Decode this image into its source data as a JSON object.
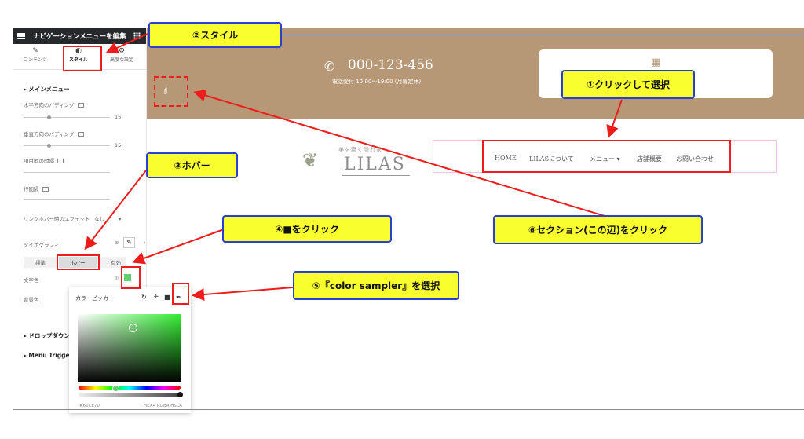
{
  "panel": {
    "header_title": "ナビゲーションメニューを編集",
    "tabs": [
      {
        "label": "コンテンツ",
        "icon": "pencil-icon"
      },
      {
        "label": "スタイル",
        "icon": "half-circle-icon"
      },
      {
        "label": "高度な設定",
        "icon": "gear-icon"
      }
    ],
    "section_main": "メインメニュー",
    "h_padding_label": "水平方向のパディング",
    "h_padding_value": "15",
    "v_padding_label": "垂直方向のパディング",
    "v_padding_value": "15",
    "item_spacing_label": "項目間の間隔",
    "line_spacing_label": "行間隔",
    "hover_effect_label": "リンクホバー時のエフェクト",
    "hover_effect_value": "なし",
    "typography_label": "タイポグラフィ",
    "state_tabs": [
      "標準",
      "ホバー",
      "有効"
    ],
    "text_color_label": "文字色",
    "bg_color_label": "背景色",
    "section_dropdown": "ドロップダウン",
    "section_trigger": "Menu Trigger &"
  },
  "picker": {
    "title": "カラーピッカー",
    "hex": "#61CE70",
    "modes": "HEXA RGBA HSLA",
    "accent": "#61ce70"
  },
  "site": {
    "phone": "000-123-456",
    "hours": "電話受付 10:00〜19:00 (月曜定休)",
    "logo_tag": "美を磨く隠れ家",
    "logo": "LILAS",
    "nav": [
      "HOME",
      "LILASについて",
      "メニュー",
      "店舗概要",
      "お問い合わせ"
    ]
  },
  "callouts": {
    "c1": "①クリックして選択",
    "c2": "②スタイル",
    "c3": "③ホバー",
    "c4": "④■をクリック",
    "c5": "⑤『color sampler』を選択",
    "c6": "⑥セクション(この辺)をクリック"
  },
  "colors": {
    "hero_bg": "#b69877",
    "callout_bg": "#f9ff2e",
    "callout_border": "#2b3fd2",
    "arrow": "#ef1c1c"
  }
}
